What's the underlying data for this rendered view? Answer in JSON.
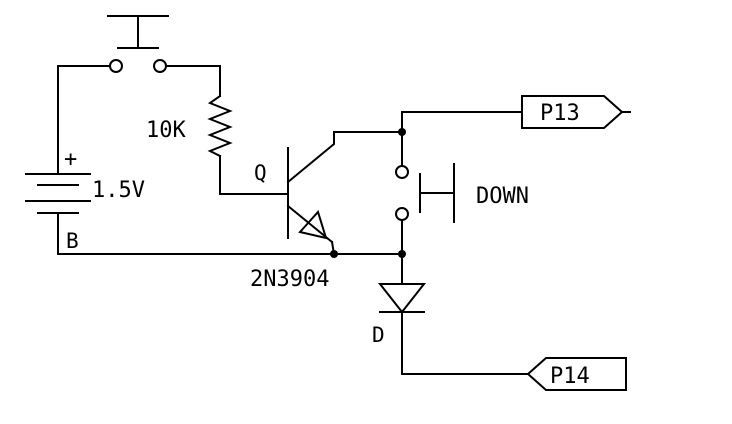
{
  "labels": {
    "resistor": "10K",
    "battery_plus": "+",
    "battery_voltage": "1.5V",
    "battery_name": "B",
    "transistor_name": "Q",
    "transistor_part": "2N3904",
    "button_name": "DOWN",
    "diode_name": "D",
    "port_p13": "P13",
    "port_p14": "P14"
  }
}
